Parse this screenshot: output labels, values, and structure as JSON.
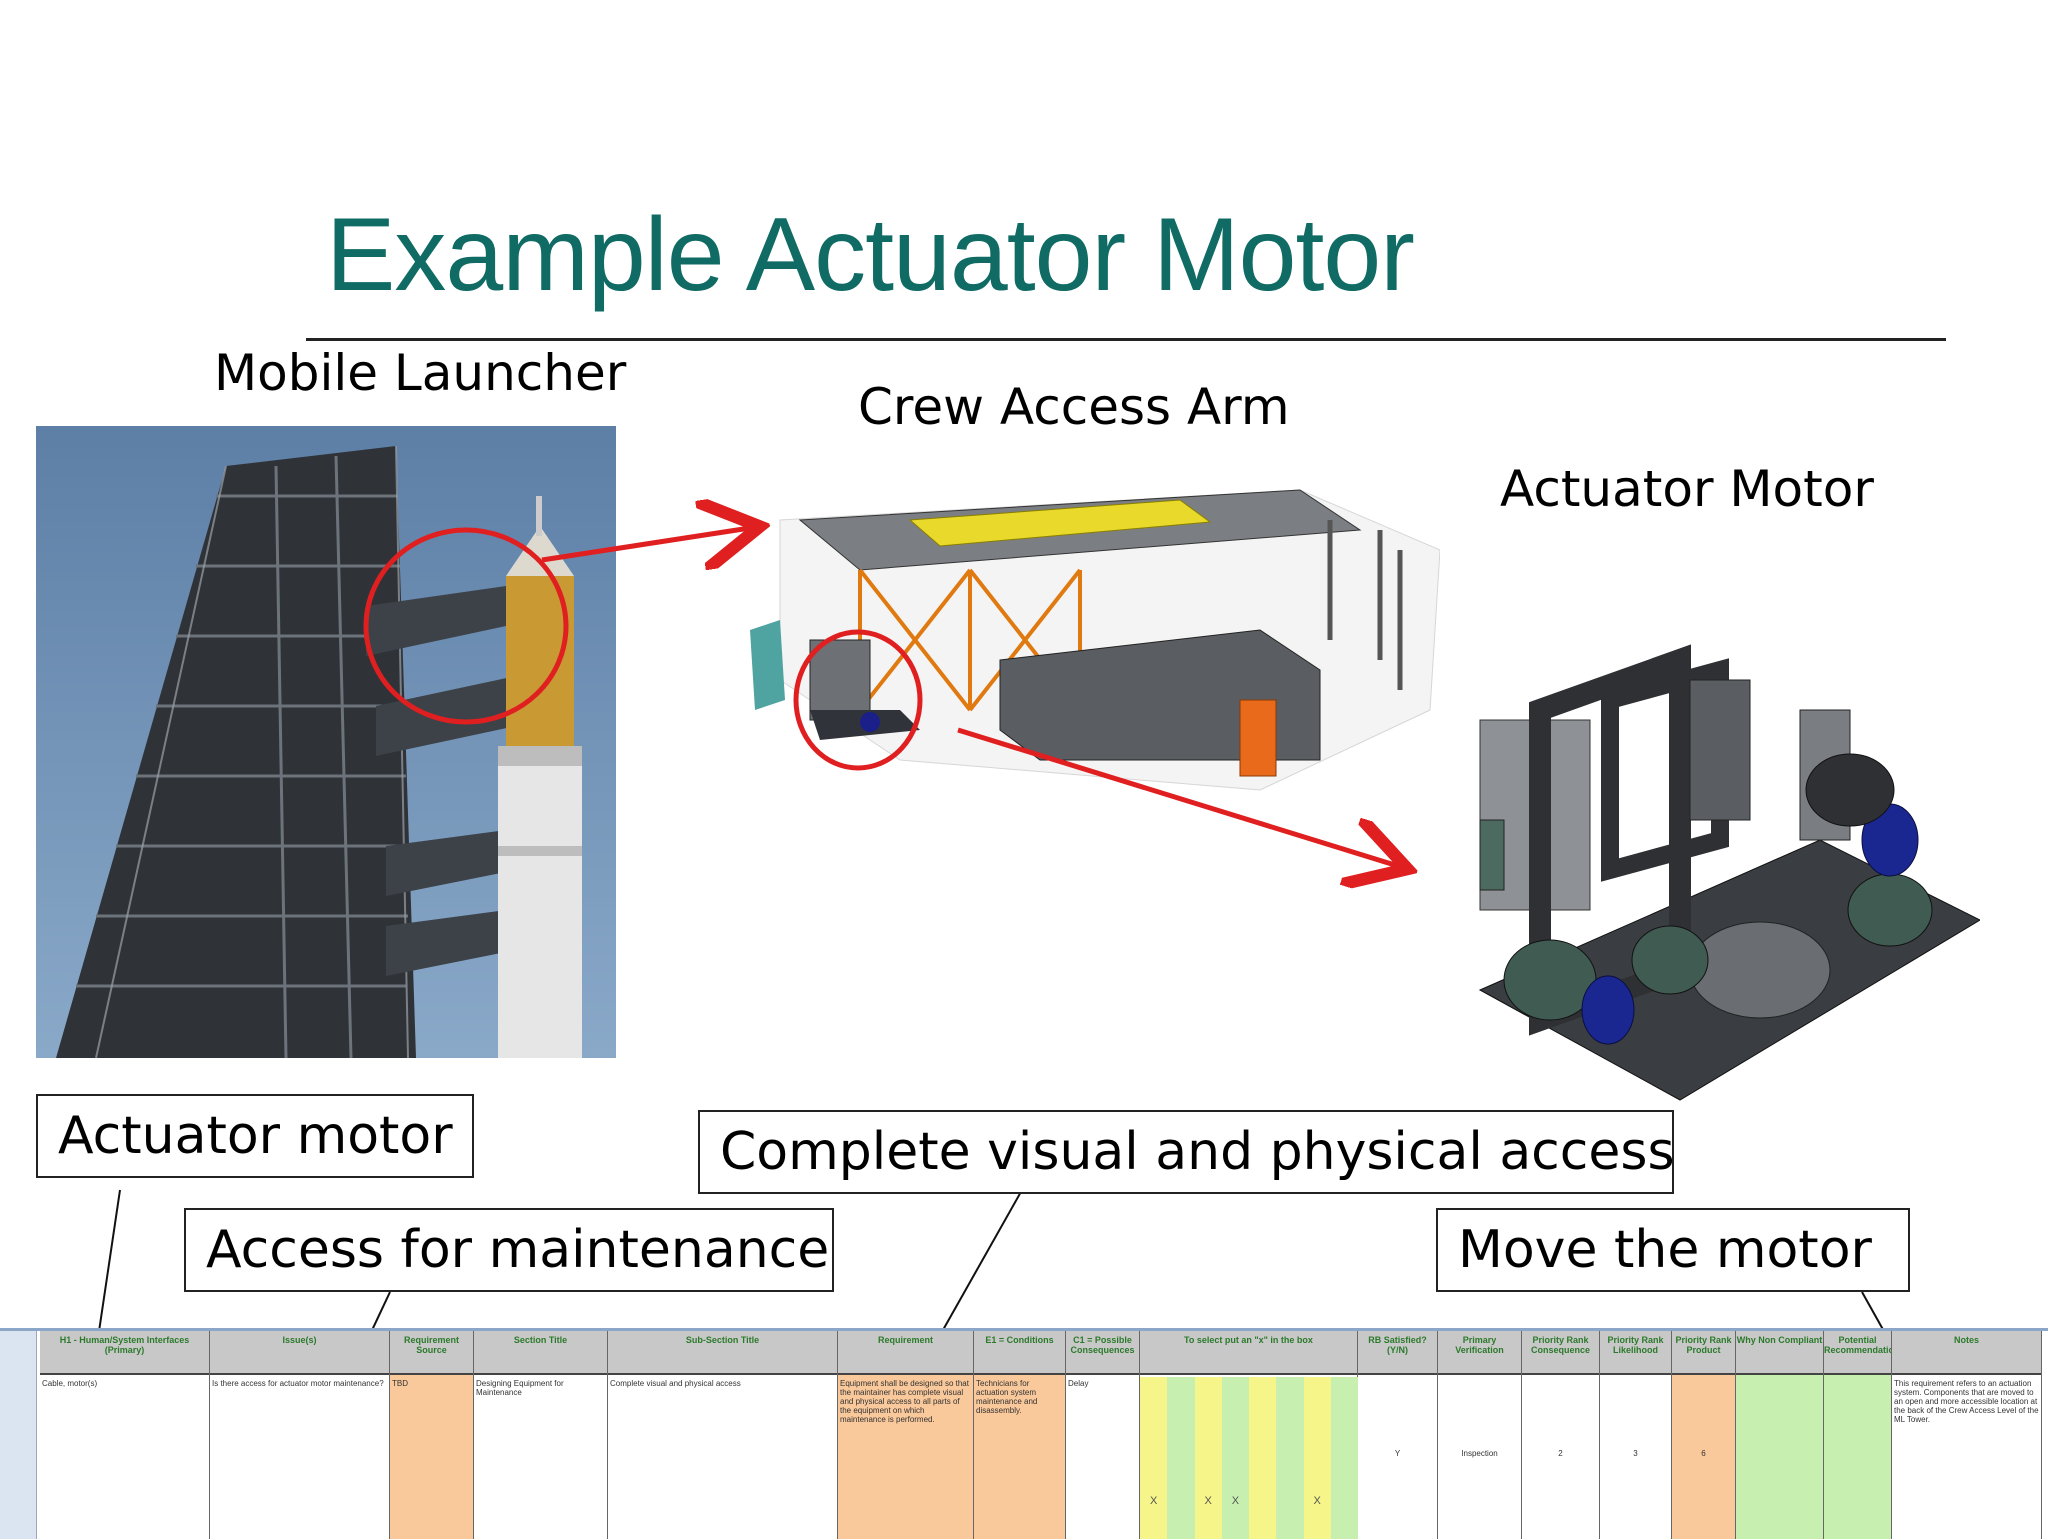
{
  "slide": {
    "title": "Example Actuator Motor"
  },
  "captions": {
    "mobile_launcher": "Mobile Launcher",
    "crew_access_arm": "Crew Access Arm",
    "actuator_motor": "Actuator Motor"
  },
  "callouts": {
    "actuator_motor": "Actuator motor",
    "access_for_maintenance": "Access for maintenance",
    "complete_access": "Complete visual and physical access",
    "move_the_motor": "Move the motor"
  },
  "colors": {
    "title": "#0f6b63",
    "highlight_circle": "#e02020",
    "pointer_arrow": "#e02020",
    "sheet_header": "#c8c8c8",
    "cell_orange": "#f9c89b",
    "cell_yellow": "#f5f58a",
    "cell_green": "#c6efb0"
  },
  "spreadsheet": {
    "columns": [
      {
        "header": "H1 - Human/System Interfaces (Primary)",
        "cell": "Cable, motor(s)",
        "fill": "#ffffff"
      },
      {
        "header": "Issue(s)",
        "cell": "Is there access for actuator motor maintenance?",
        "fill": "#ffffff"
      },
      {
        "header": "Requirement Source",
        "cell": "TBD",
        "fill": "#f9c89b"
      },
      {
        "header": "Section Title",
        "cell": "Designing Equipment for Maintenance",
        "fill": "#ffffff"
      },
      {
        "header": "Sub-Section Title",
        "cell": "Complete visual and physical access",
        "fill": "#ffffff"
      },
      {
        "header": "Requirement",
        "cell": "Equipment shall be designed so that the maintainer has complete visual and physical access to all parts of the equipment on which maintenance is performed.",
        "fill": "#f9c89b"
      },
      {
        "header": "E1 = Conditions",
        "cell": "Technicians for actuation system maintenance and disassembly.",
        "fill": "#f9c89b"
      },
      {
        "header": "C1 = Possible Consequences",
        "cell": "Delay",
        "fill": "#ffffff"
      },
      {
        "header": "To select put an \"x\" in the box",
        "cell": "",
        "fill": "#ffffff"
      },
      {
        "header": "RB Satisfied? (Y/N)",
        "cell": "Y",
        "fill": "#ffffff"
      },
      {
        "header": "Primary Verification",
        "cell": "Inspection",
        "fill": "#ffffff"
      },
      {
        "header": "Priority Rank Consequence",
        "cell": "2",
        "fill": "#ffffff"
      },
      {
        "header": "Priority Rank Likelihood",
        "cell": "3",
        "fill": "#ffffff"
      },
      {
        "header": "Priority Rank Product",
        "cell": "6",
        "fill": "#f9c89b"
      },
      {
        "header": "Why Non Compliant",
        "cell": "",
        "fill": "#c6efb0"
      },
      {
        "header": "Potential Recommendations",
        "cell": "",
        "fill": "#c6efb0"
      },
      {
        "header": "Notes",
        "cell": "This requirement refers to an actuation system. Components that are moved to an open and more accessible location at the back of the Crew Access Level of the ML Tower.",
        "fill": "#ffffff"
      }
    ],
    "checkbox_marks": [
      "X",
      "",
      "X",
      "X",
      "",
      "",
      "X",
      ""
    ]
  }
}
